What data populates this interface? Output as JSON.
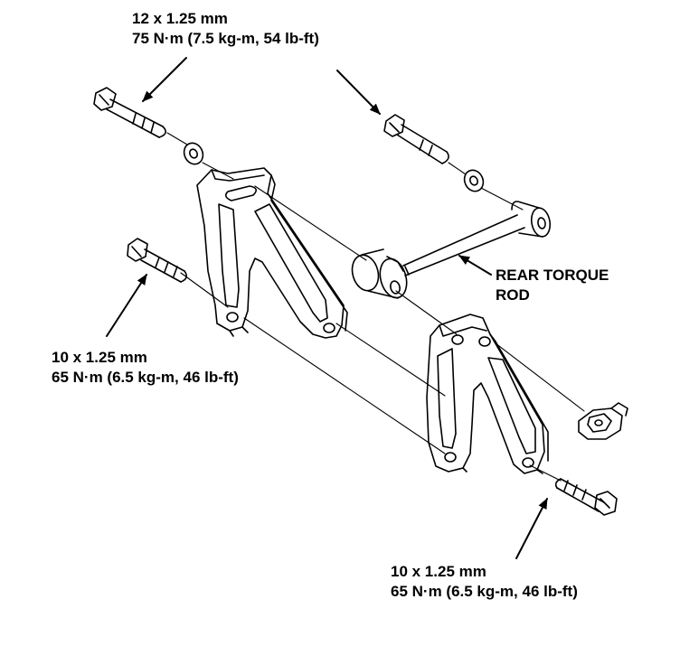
{
  "labels": {
    "top_bolt": {
      "size": "12 x 1.25 mm",
      "torque": "75 N·m (7.5 kg-m, 54 lb-ft)"
    },
    "left_bolt": {
      "size": "10 x 1.25 mm",
      "torque": "65 N·m (6.5 kg-m, 46 lb-ft)"
    },
    "bottom_bolt": {
      "size": "10 x 1.25 mm",
      "torque": "65 N·m (6.5 kg-m, 46 lb-ft)"
    },
    "rear_torque_rod": {
      "line1": "REAR TORQUE",
      "line2": "ROD"
    }
  },
  "colors": {
    "ink": "#000000",
    "paper": "#ffffff"
  }
}
